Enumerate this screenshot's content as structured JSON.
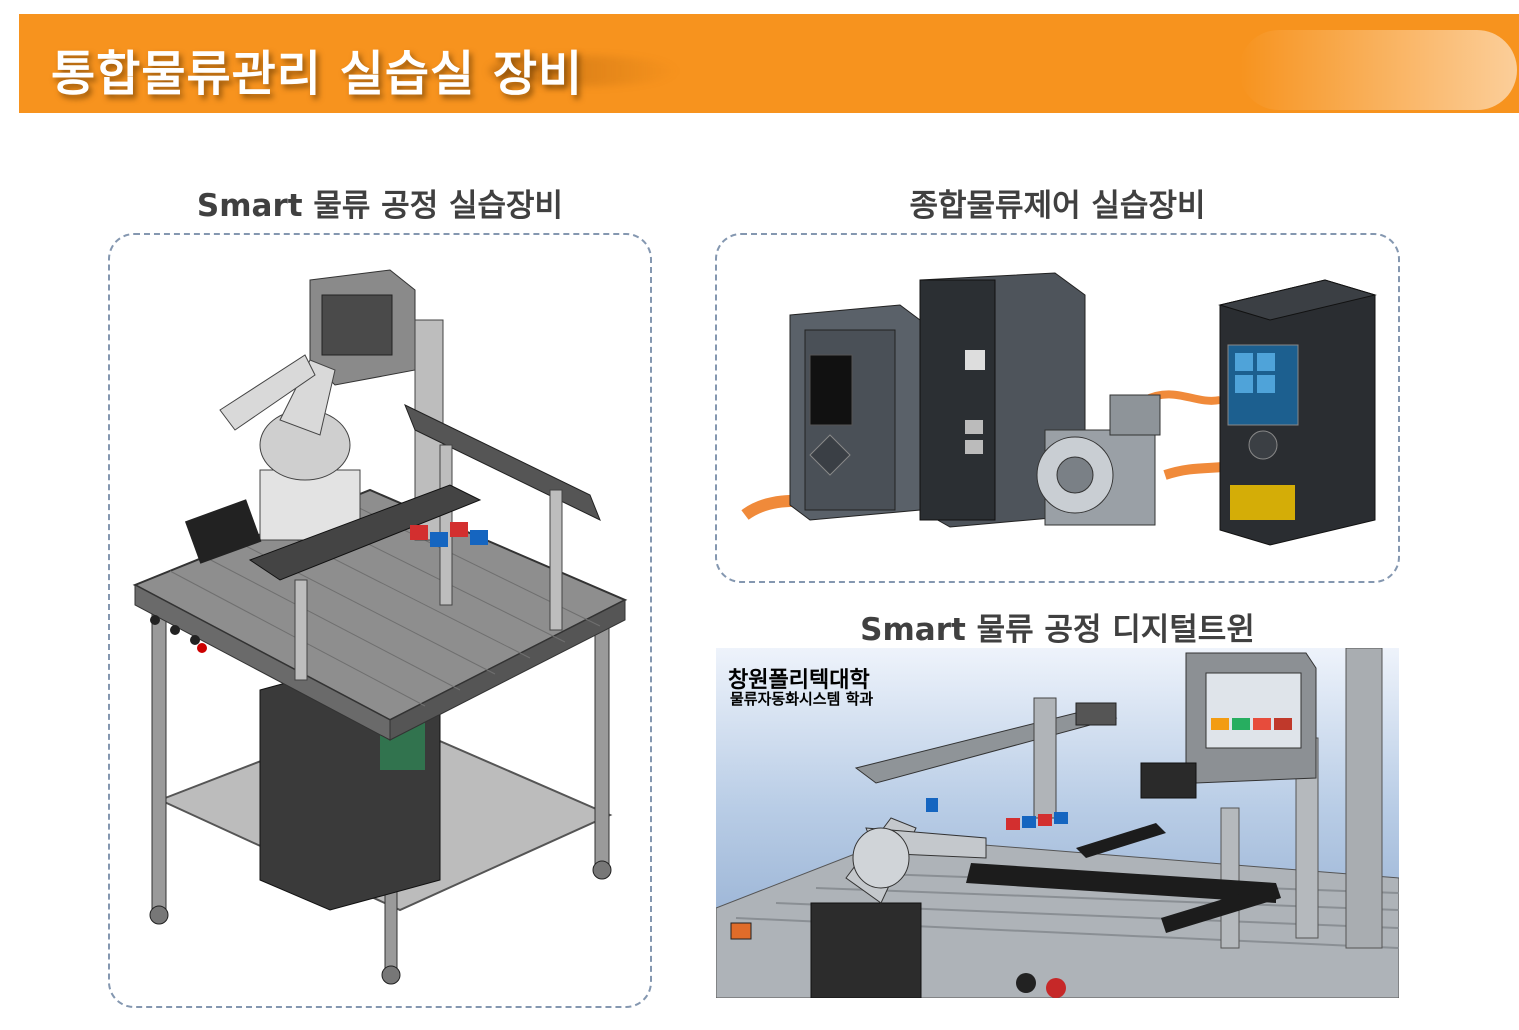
{
  "header": {
    "title": "통합물류관리 실습실 장비"
  },
  "sections": {
    "left": {
      "heading": "Smart 물류 공정 실습장비"
    },
    "top_right": {
      "heading": "종합물류제어 실습장비"
    },
    "bottom_right": {
      "heading": "Smart 물류 공정 디지털트윈",
      "overlay_title": "창원폴리텍대학",
      "overlay_subtitle": "물류자동화시스템 학과"
    }
  },
  "colors": {
    "banner": "#f7931e",
    "frame_border": "#8497b0",
    "heading_text": "#404040"
  },
  "icons": [
    "workstation-image",
    "plc-servo-drive-image",
    "digital-twin-image"
  ]
}
